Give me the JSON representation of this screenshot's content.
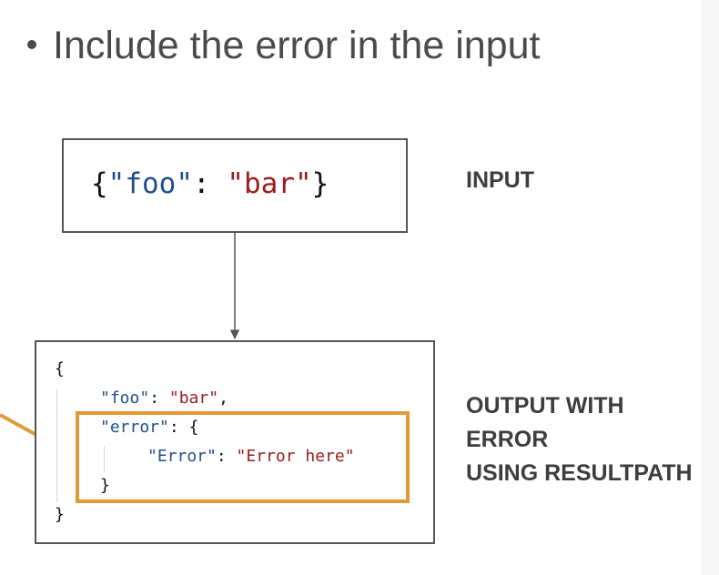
{
  "bullet": {
    "text": "Include the error in the input"
  },
  "input_box": {
    "open_brace": "{",
    "key": "\"foo\"",
    "colon": ": ",
    "value": "\"bar\"",
    "close_brace": "}"
  },
  "input_label": "INPUT",
  "output_box": {
    "line1": "{",
    "foo_key": "\"foo\"",
    "foo_colon": ": ",
    "foo_value": "\"bar\"",
    "foo_comma": ",",
    "error_key": "\"error\"",
    "error_colon": ": {",
    "inner_key": "\"Error\"",
    "inner_colon": ": ",
    "inner_value": "\"Error here\"",
    "inner_close": "}",
    "close": "}"
  },
  "output_label": {
    "line1": "OUTPUT WITH",
    "line2": "ERROR",
    "line3": "USING RESULTPATH"
  },
  "colors": {
    "json_key": "#1f4e8c",
    "json_value": "#9b1c1c",
    "highlight": "#e09a36",
    "border": "#555555"
  }
}
